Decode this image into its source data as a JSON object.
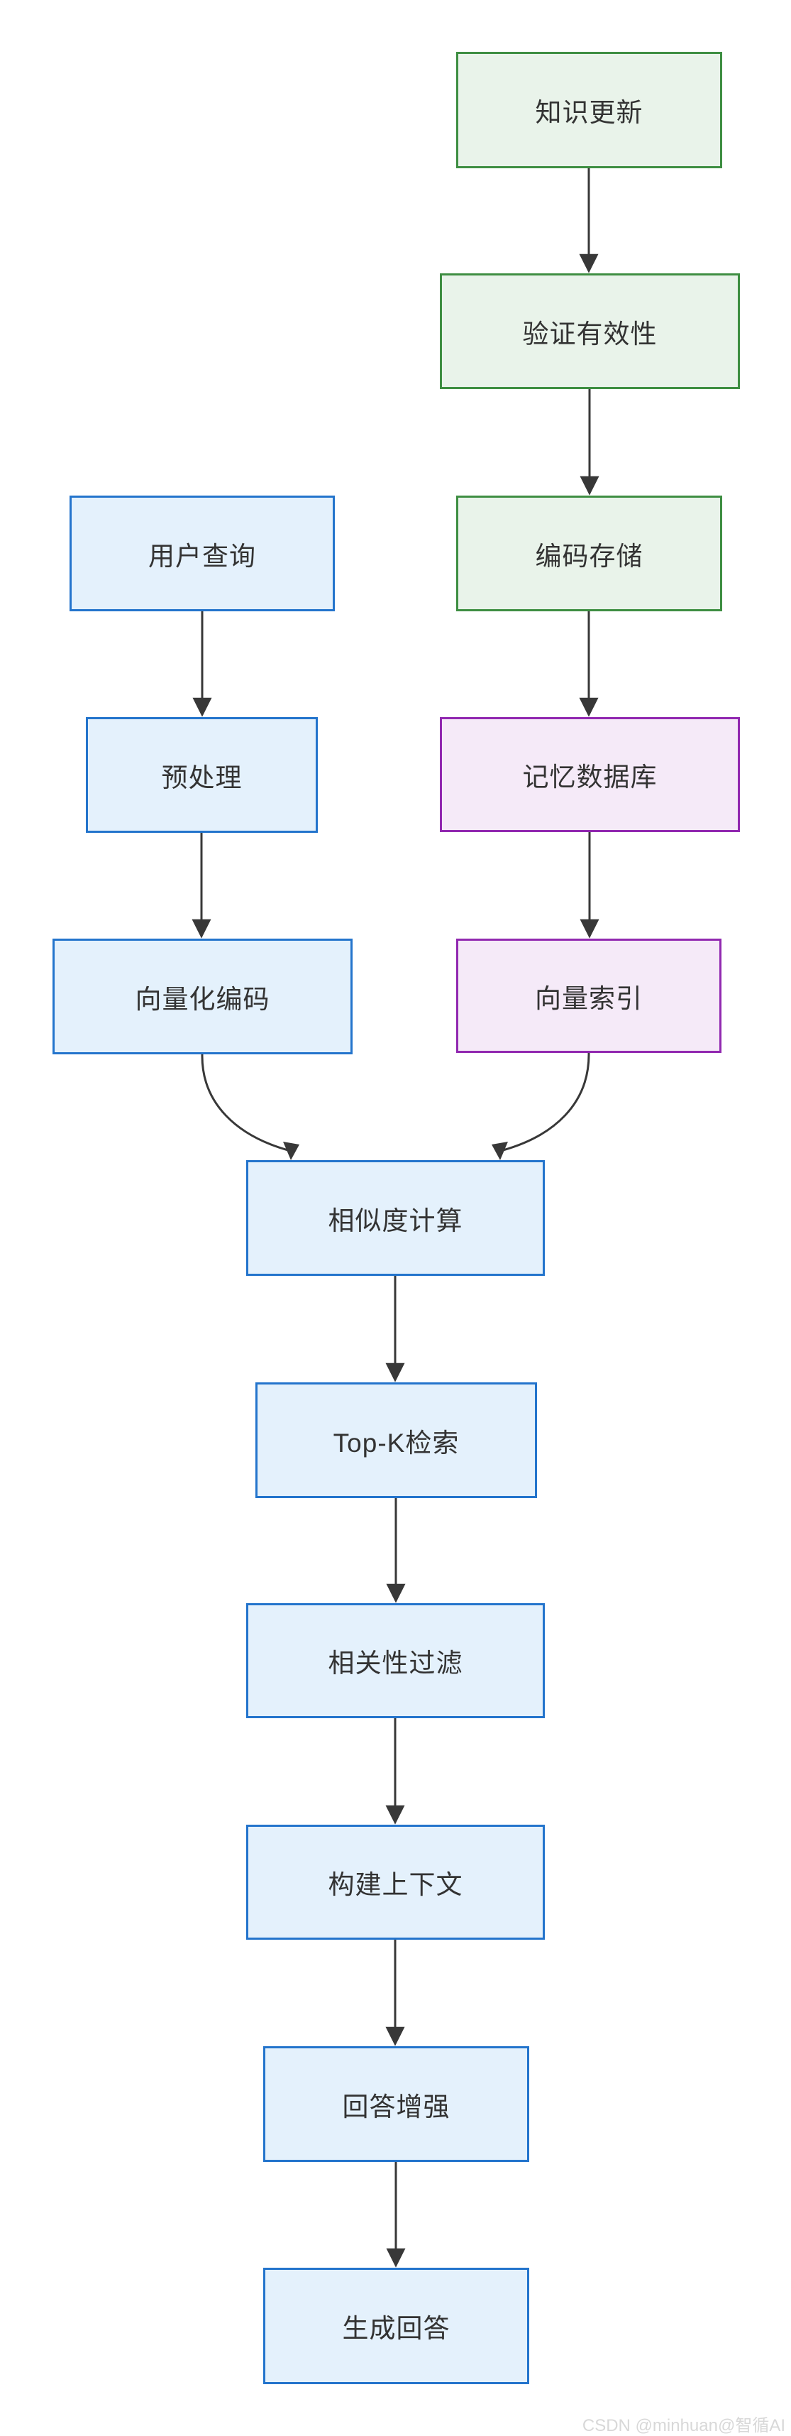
{
  "diagram": {
    "description": "RAG memory retrieval flowchart",
    "nodes": {
      "knowledge_update": {
        "label": "知识更新",
        "category": "green"
      },
      "validate": {
        "label": "验证有效性",
        "category": "green"
      },
      "user_query": {
        "label": "用户查询",
        "category": "blue"
      },
      "encode_store": {
        "label": "编码存储",
        "category": "green"
      },
      "preprocess": {
        "label": "预处理",
        "category": "blue"
      },
      "memory_db": {
        "label": "记忆数据库",
        "category": "purple"
      },
      "vector_encode": {
        "label": "向量化编码",
        "category": "blue"
      },
      "vector_index": {
        "label": "向量索引",
        "category": "purple"
      },
      "similarity": {
        "label": "相似度计算",
        "category": "blue"
      },
      "topk": {
        "label": "Top-K检索",
        "category": "blue"
      },
      "relevance_filter": {
        "label": "相关性过滤",
        "category": "blue"
      },
      "build_context": {
        "label": "构建上下文",
        "category": "blue"
      },
      "answer_augment": {
        "label": "回答增强",
        "category": "blue"
      },
      "generate_answer": {
        "label": "生成回答",
        "category": "blue"
      }
    },
    "edges": [
      {
        "from": "knowledge_update",
        "to": "validate"
      },
      {
        "from": "validate",
        "to": "encode_store"
      },
      {
        "from": "encode_store",
        "to": "memory_db"
      },
      {
        "from": "memory_db",
        "to": "vector_index"
      },
      {
        "from": "user_query",
        "to": "preprocess"
      },
      {
        "from": "preprocess",
        "to": "vector_encode"
      },
      {
        "from": "vector_encode",
        "to": "similarity"
      },
      {
        "from": "vector_index",
        "to": "similarity"
      },
      {
        "from": "similarity",
        "to": "topk"
      },
      {
        "from": "topk",
        "to": "relevance_filter"
      },
      {
        "from": "relevance_filter",
        "to": "build_context"
      },
      {
        "from": "build_context",
        "to": "answer_augment"
      },
      {
        "from": "answer_augment",
        "to": "generate_answer"
      }
    ],
    "colors": {
      "green_border": "#3e8e42",
      "green_fill": "#e9f3ea",
      "blue_border": "#2374cc",
      "blue_fill": "#e4f1fc",
      "purple_border": "#9128b0",
      "purple_fill": "#f5eaf8",
      "edge": "#383838",
      "text": "#333333",
      "watermark": "#d8d8d8"
    }
  },
  "watermark": {
    "text": "CSDN @minhuan@智循AI"
  }
}
